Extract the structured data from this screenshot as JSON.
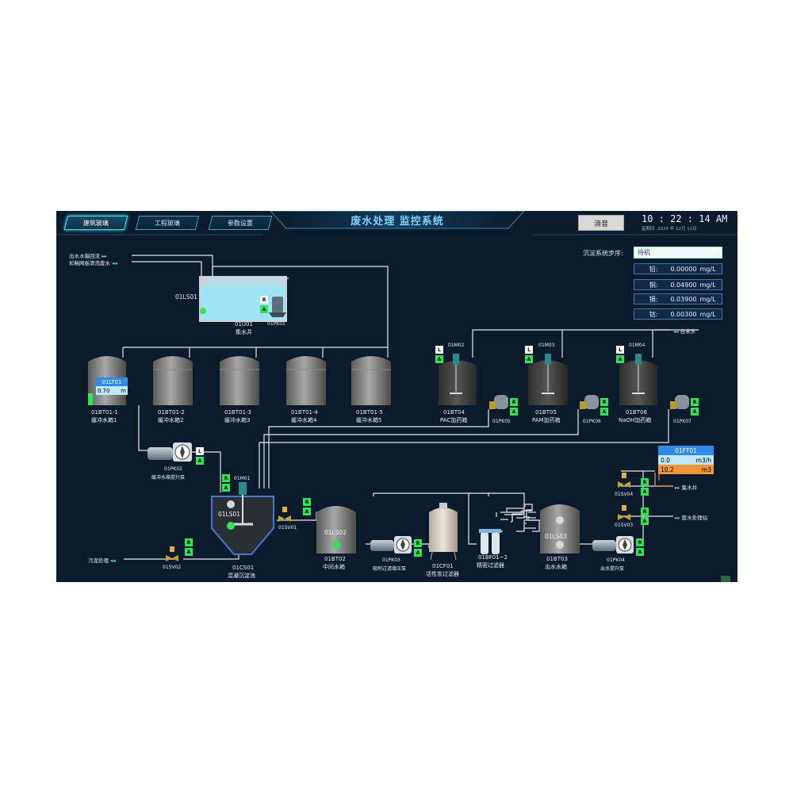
{
  "header": {
    "title": "废水处理 监控系统",
    "tabs": [
      {
        "label": "建筑玻璃",
        "active": true
      },
      {
        "label": "工程玻璃",
        "active": false
      },
      {
        "label": "参数设置",
        "active": false
      }
    ],
    "mute_label": "消音",
    "time": "10 : 22 : 14 AM",
    "weekday": "星期四",
    "date": "2024 年 12月 12日"
  },
  "status": {
    "step_label": "沉淀系统步序:",
    "step_value": "待机",
    "metals": [
      {
        "name": "铅:",
        "value": "0.00000",
        "unit": "mg/L"
      },
      {
        "name": "铜:",
        "value": "0.04900",
        "unit": "mg/L"
      },
      {
        "name": "镉:",
        "value": "0.03900",
        "unit": "mg/L"
      },
      {
        "name": "钴:",
        "value": "0.00300",
        "unit": "mg/L"
      }
    ]
  },
  "flows": {
    "return_top": "出水水箱回流",
    "return_rinse": "彩釉网板清洗废水",
    "tap_water": "自来水",
    "sludge": "污泥处理",
    "to_collect": "集水井",
    "to_station": "废水处理站"
  },
  "equipment": {
    "sump": {
      "id": "01U01",
      "name": "集水井",
      "level_switch": "01LS01",
      "pump": "01PK01"
    },
    "buffer_tanks": [
      {
        "id": "01BT01-1",
        "name": "缓冲水箱1"
      },
      {
        "id": "01BT01-2",
        "name": "缓冲水箱2"
      },
      {
        "id": "01BT01-3",
        "name": "缓冲水箱3"
      },
      {
        "id": "01BT01-4",
        "name": "缓冲水箱4"
      },
      {
        "id": "01BT01-5",
        "name": "缓冲水箱5"
      }
    ],
    "level_transmitter": {
      "id": "01LT01",
      "value": "0.70",
      "unit": "m"
    },
    "dosing": [
      {
        "id": "01BT04",
        "name": "PAC加药箱",
        "mixer": "01M02",
        "pump": "01PK05"
      },
      {
        "id": "01BT05",
        "name": "PAM加药箱",
        "mixer": "01M03",
        "pump": "01PK06"
      },
      {
        "id": "01BT06",
        "name": "NaOH加药箱",
        "mixer": "01M04",
        "pump": "01PK07"
      }
    ],
    "lift_pump": {
      "id": "01PK02",
      "name": "缓冲水箱提升泵"
    },
    "settler": {
      "id": "01CS01",
      "name": "混凝沉淀池",
      "mixer": "01M01",
      "level_switch": "01LS01"
    },
    "valves": {
      "sv01": "01SV01",
      "sv02": "01SV02",
      "sv03": "01SV03",
      "sv04": "01SV04"
    },
    "mid_tank": {
      "id": "01BT02",
      "name": "中间水箱",
      "level_switch": "01LS02"
    },
    "pk03": {
      "id": "01PK03",
      "name": "吸附过滤增压泵"
    },
    "carbon": {
      "id": "01CF01",
      "name": "活性炭过滤器"
    },
    "fine": {
      "id": "01BF01~2",
      "name": "精密过滤器"
    },
    "out_tank": {
      "id": "01BT03",
      "name": "出水水箱",
      "level_switch": "01LS03"
    },
    "pk04": {
      "id": "01PK04",
      "name": "出水提升泵"
    },
    "flowmeter": {
      "id": "01FT01",
      "flow": "0.0",
      "flow_unit": "m3/h",
      "total": "10.2",
      "total_unit": "m3"
    }
  },
  "controls": {
    "r": "R",
    "a": "A",
    "l": "L"
  }
}
